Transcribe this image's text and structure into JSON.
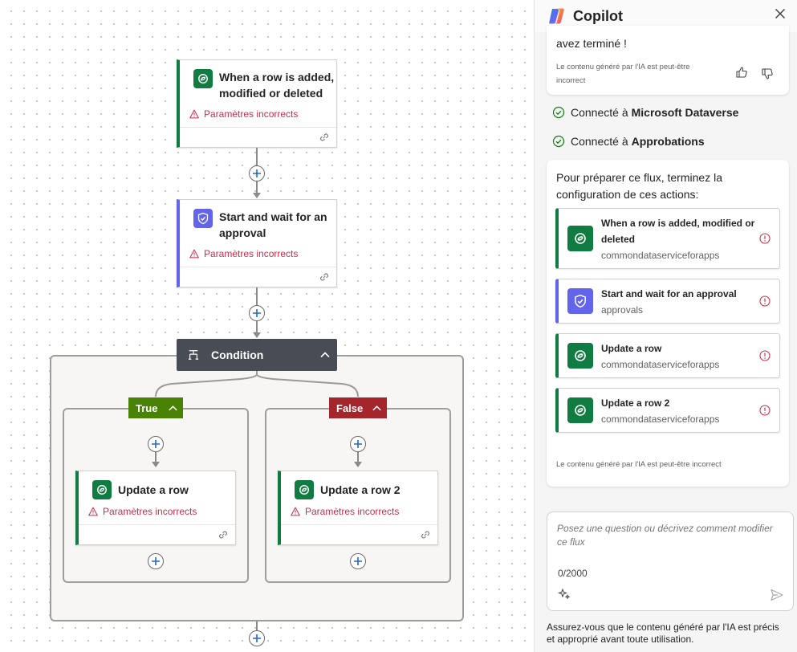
{
  "colors": {
    "dataverse": "#107c41",
    "approval": "#6264eb",
    "condition_header": "#474c55",
    "true_branch": "#498205",
    "false_branch": "#a4262c",
    "error_text": "#c4314b"
  },
  "canvas": {
    "trigger": {
      "title": "When a row is added, modified or deleted",
      "warning": "Paramètres incorrects",
      "icon": "dataverse-icon"
    },
    "approval": {
      "title": "Start and wait for an approval",
      "warning": "Paramètres incorrects",
      "icon": "approval-icon"
    },
    "condition": {
      "title": "Condition",
      "icon": "condition-icon"
    },
    "true_branch": {
      "label": "True"
    },
    "false_branch": {
      "label": "False"
    },
    "update_row": {
      "title": "Update a row",
      "warning": "Paramètres incorrects",
      "icon": "dataverse-icon"
    },
    "update_row_2": {
      "title": "Update a row 2",
      "warning": "Paramètres incorrects",
      "icon": "dataverse-icon"
    }
  },
  "copilot": {
    "title": "Copilot",
    "prev_message_tail": "avez terminé !",
    "ai_disclaimer": "Le contenu généré par l'IA est peut-être incorrect",
    "connections": [
      {
        "prefix": "Connecté à",
        "name": "Microsoft Dataverse"
      },
      {
        "prefix": "Connecté à",
        "name": "Approbations"
      }
    ],
    "setup_message": "Pour préparer ce flux, terminez la configuration de ces actions:",
    "actions": [
      {
        "title": "When a row is added, modified or deleted",
        "connector": "commondataserviceforapps",
        "icon": "dataverse-icon"
      },
      {
        "title": "Start and wait for an approval",
        "connector": "approvals",
        "icon": "approval-icon"
      },
      {
        "title": "Update a row",
        "connector": "commondataserviceforapps",
        "icon": "dataverse-icon"
      },
      {
        "title": "Update a row 2",
        "connector": "commondataserviceforapps",
        "icon": "dataverse-icon"
      }
    ],
    "input": {
      "placeholder": "Posez une question ou décrivez comment modifier ce flux",
      "counter": "0/2000"
    },
    "footer": "Assurez-vous que le contenu généré par l'IA est précis et approprié avant toute utilisation."
  }
}
